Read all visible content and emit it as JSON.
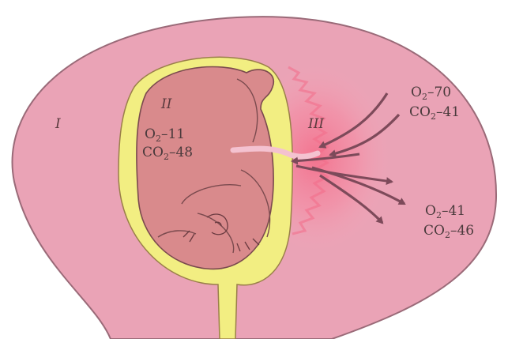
{
  "regions": {
    "uterus": "I",
    "fetus": "II",
    "placenta": "III"
  },
  "fetal_blood": {
    "o2": "O2–11",
    "co2": "CO2–48",
    "o2_value": "–11",
    "co2_value": "–48"
  },
  "maternal_arterial": {
    "o2_value": "–70",
    "co2_value": "–41"
  },
  "maternal_venous": {
    "o2_value": "–41",
    "co2_value": "–46"
  },
  "symbols": {
    "o": "O",
    "co": "CO",
    "sub2": "2"
  },
  "colors": {
    "uterus": "#eaa3b6",
    "uterus_edge": "#9a6a78",
    "amnion": "#f2ee82",
    "fetus": "#d98a8c",
    "placenta_glow": "#f06f8a",
    "arrow": "#7d4a5a"
  }
}
